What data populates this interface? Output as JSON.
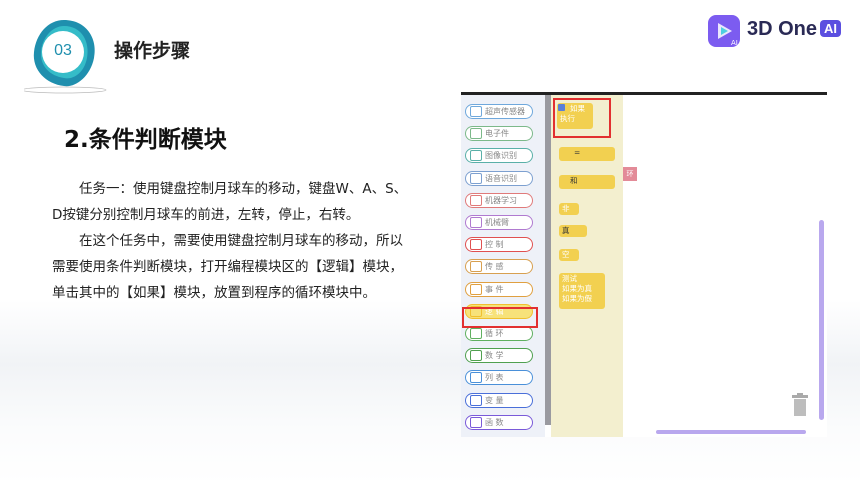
{
  "header": {
    "step_number": "03",
    "section_title": "操作步骤"
  },
  "logo": {
    "text": "3D One",
    "ai": "AI",
    "mark_ai": "AI"
  },
  "content": {
    "heading": "2.条件判断模块",
    "paragraph1": "任务一：使用键盘控制月球车的移动，键盘W、A、S、D按键分别控制月球车的前进，左转，停止，右转。",
    "paragraph2": "在这个任务中，需要使用键盘控制月球车的移动，所以需要使用条件判断模块，打开编程模块区的【逻辑】模块，单击其中的【如果】模块，放置到程序的循环模块中。"
  },
  "screenshot": {
    "categories": [
      {
        "label": "超声传感器",
        "icon": "sensor-icon",
        "color": "#6fa8dc"
      },
      {
        "label": "电子件",
        "icon": "electronics-icon",
        "color": "#7cb98a"
      },
      {
        "label": "图像识别",
        "icon": "image-recognition-icon",
        "color": "#5ab0a8"
      },
      {
        "label": "语音识别",
        "icon": "voice-recognition-icon",
        "color": "#7da0d0"
      },
      {
        "label": "机器学习",
        "icon": "machine-learning-icon",
        "color": "#e07a7a"
      },
      {
        "label": "机械臂",
        "icon": "robot-arm-icon",
        "color": "#b07ad0"
      },
      {
        "label": "控  制",
        "icon": "control-icon",
        "color": "#e05050"
      },
      {
        "label": "传  感",
        "icon": "sensing-icon",
        "color": "#d8a050"
      },
      {
        "label": "事  件",
        "icon": "event-icon",
        "color": "#e0a040"
      },
      {
        "label": "逻  辑",
        "icon": "logic-icon",
        "color": "#f0c030"
      },
      {
        "label": "循  环",
        "icon": "loop-icon",
        "color": "#60b060"
      },
      {
        "label": "数  学",
        "icon": "math-icon",
        "color": "#50a050"
      },
      {
        "label": "列  表",
        "icon": "list-icon",
        "color": "#4a90d9"
      },
      {
        "label": "变  量",
        "icon": "variable-icon",
        "color": "#4a6fd9"
      },
      {
        "label": "函  数",
        "icon": "function-icon",
        "color": "#7a5ad9"
      }
    ],
    "blocks": {
      "if_top": "如果",
      "if_bottom": "执行",
      "compare": "=",
      "and": "和",
      "not": "非",
      "true": "真",
      "null": "空",
      "test": "测试",
      "test_true": "如果为真",
      "test_false": "如果为假",
      "loop_tag": "环"
    }
  }
}
